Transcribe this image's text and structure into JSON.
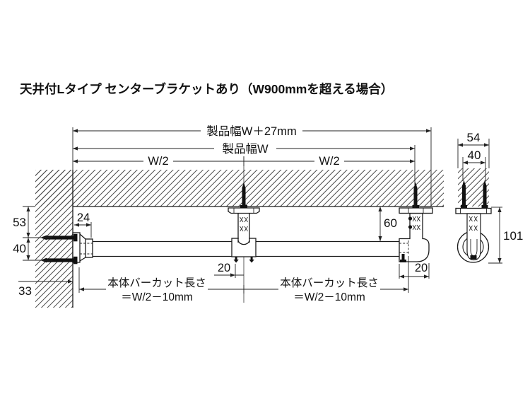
{
  "title": "天井付Lタイプ センターブラケットあり（W900mmを超える場合）",
  "dim_labels": {
    "product_width_plus27": "製品幅W＋27mm",
    "product_width": "製品幅W",
    "half_width_left": "W/2",
    "half_width_right": "W/2",
    "ceiling_to_top_screw": "53",
    "wall_screw_pitch": "40",
    "wall_margin": "33",
    "socket_depth": "24",
    "center_setscrew_offset": "20",
    "ceiling_to_bar": "60",
    "elbow_end_offset": "20",
    "side_plate_width": "54",
    "side_screw_pitch": "40",
    "side_total_height": "101"
  },
  "notes": {
    "bar_cut_left_line1": "本体バーカット長さ",
    "bar_cut_left_line2": "＝W/2－10mm",
    "bar_cut_right_line1": "本体バーカット長さ",
    "bar_cut_right_line2": "＝W/2－10mm"
  },
  "colors": {
    "line": "#1a1a1a",
    "dimension": "#222222",
    "hatch": "#4a4a4a",
    "background": "#ffffff"
  }
}
